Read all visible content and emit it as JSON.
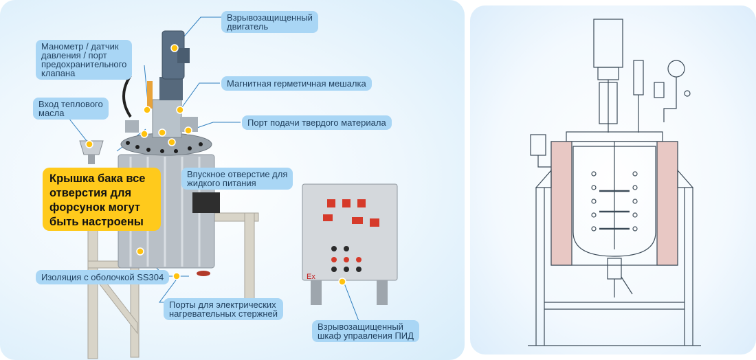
{
  "callouts": {
    "motor": "Взрывозащищенный\nдвигатель",
    "manometer": "Манометр / датчик\nдавления / порт\nпредохранительного\nклапана",
    "heat_oil": "Вход теплового\nмасла",
    "mixer": "Магнитная герметичная мешалка",
    "solid_port": "Порт подачи твердого материала",
    "liquid_inlet": "Впускное отверстие для\nжидкого питания",
    "insulation": "Изоляция с оболочкой SS304",
    "heater_ports": "Порты для электрических\nнагревательных стержней",
    "cabinet": "Взрывозащищенный\nшкаф управления ПИД"
  },
  "highlight": "Крышка бака все\nотверстия для\nфорсунок могут\nбыть настроены",
  "cabinet_mark": "Ex",
  "colors": {
    "callout_bg": "#a9d6f5",
    "highlight_bg": "#ffca1c",
    "marker": "#ffc20e",
    "panel_bg": "#e4f2fc"
  }
}
